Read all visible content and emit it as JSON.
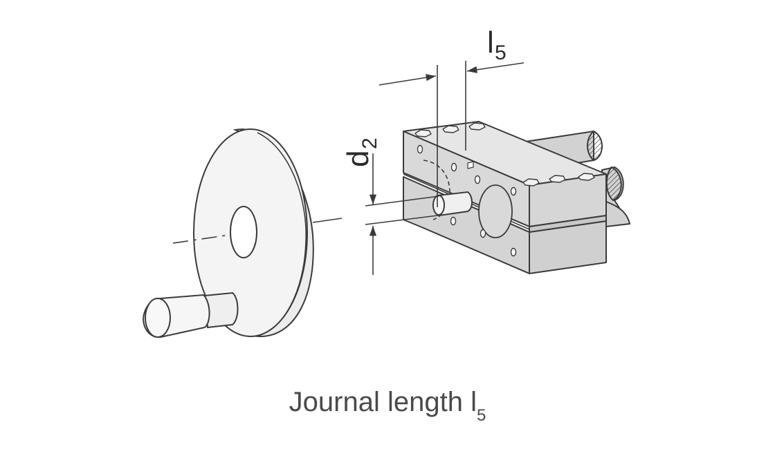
{
  "labels": {
    "l5_main": "l",
    "l5_sub": "5",
    "d2_main": "d",
    "d2_sub": "2"
  },
  "caption": {
    "main": "Journal length l",
    "sub": "5"
  },
  "colors": {
    "line": "#3a3a3a",
    "housing_fill": "#d9d9d9",
    "housing_top": "#e4e4e4",
    "wheel_fill": "#f2f2f2",
    "caption": "#4a4a4a"
  }
}
